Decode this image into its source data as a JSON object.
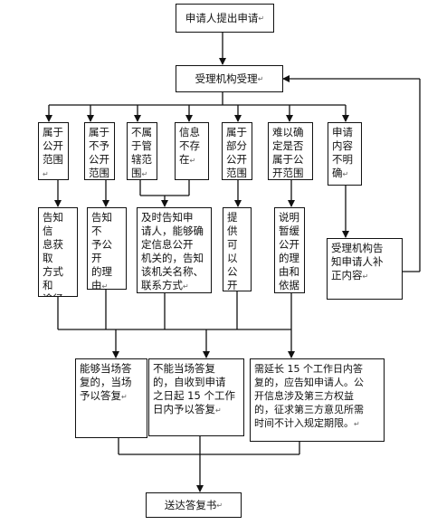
{
  "nodes": {
    "apply": "申请人提出申请",
    "accept": "受理机构受理",
    "c1": "属于\n公开\n范围",
    "c2": "属于\n不予\n公开\n范围",
    "c3": "不属\n于管\n辖范\n围",
    "c4": "信息\n不存\n在",
    "c5": "属于\n部分\n公开\n范围",
    "c6": "难以确\n定是否\n属于公\n开范围",
    "c7": "申请\n内容\n不明\n确",
    "r1": "告知信\n息获取\n方式和\n途径",
    "r2": "告知不\n予公开\n的理由",
    "r3": "及时告知申\n请人，能够确\n定信息公开\n机关的，告知\n该机关名称、\n联系方式",
    "r5": "提供\n可以\n公开\n的信\n息内\n容",
    "r6": "说明\n暂缓\n公开\n的理\n由和\n依据",
    "r7": "受理机构告\n知申请人补\n正内容",
    "d1": "能够当场答\n复的，当场\n予以答复",
    "d2": "不能当场答复\n的，自收到申请\n之日起 15 个工作\n日内予以答复",
    "d3": "需延长 15 个工作日内答\n复的，应告知申请人。公\n开信息涉及第三方权益\n的，征求第三方意见所需\n时间不计入规定期限。",
    "final": "送达答复书"
  }
}
